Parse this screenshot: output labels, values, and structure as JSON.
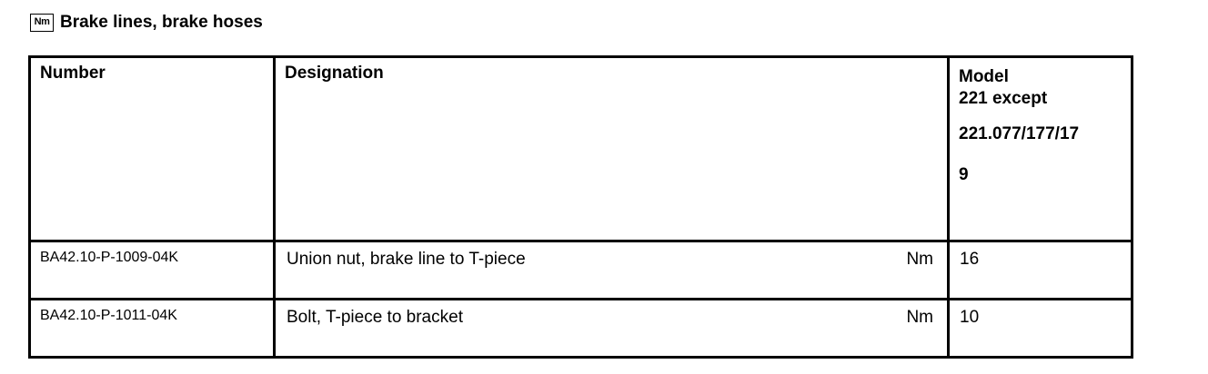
{
  "heading": {
    "icon_text": "Nm",
    "title": "Brake lines, brake hoses"
  },
  "table": {
    "headers": {
      "number": "Number",
      "designation": "Designation",
      "model_lines": [
        "Model",
        "221 except",
        "221.077/177/17",
        "9"
      ]
    },
    "rows": [
      {
        "number": "BA42.10-P-1009-04K",
        "designation": "Union nut, brake line to T-piece",
        "unit": "Nm",
        "value": "16"
      },
      {
        "number": "BA42.10-P-1011-04K",
        "designation": "Bolt, T-piece to bracket",
        "unit": "Nm",
        "value": "10"
      }
    ]
  }
}
